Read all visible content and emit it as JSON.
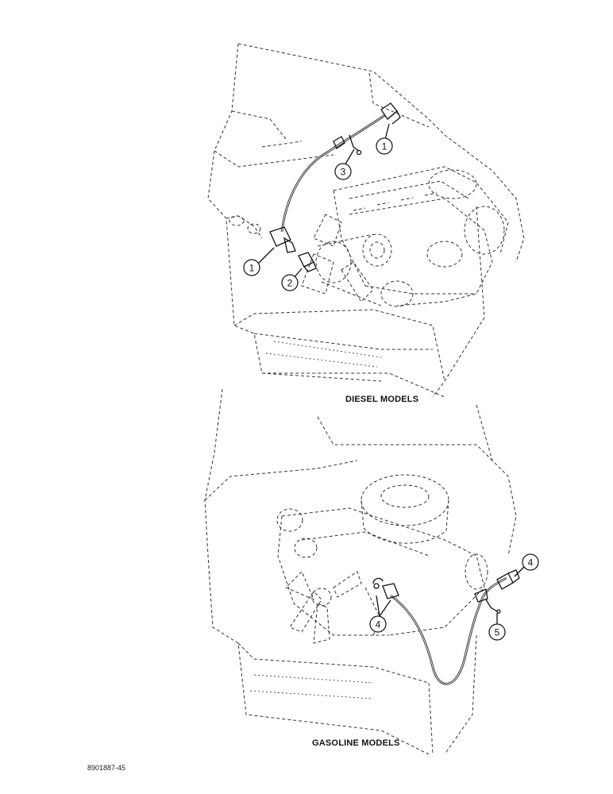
{
  "diesel": {
    "caption": "DIESEL MODELS",
    "callouts": [
      "1",
      "3",
      "1",
      "2"
    ]
  },
  "gasoline": {
    "caption": "GASOLINE MODELS",
    "callouts": [
      "4",
      "4",
      "5"
    ]
  },
  "figure_id": "8901887-45",
  "colors": {
    "ink": "#111111",
    "background": "#ffffff"
  }
}
